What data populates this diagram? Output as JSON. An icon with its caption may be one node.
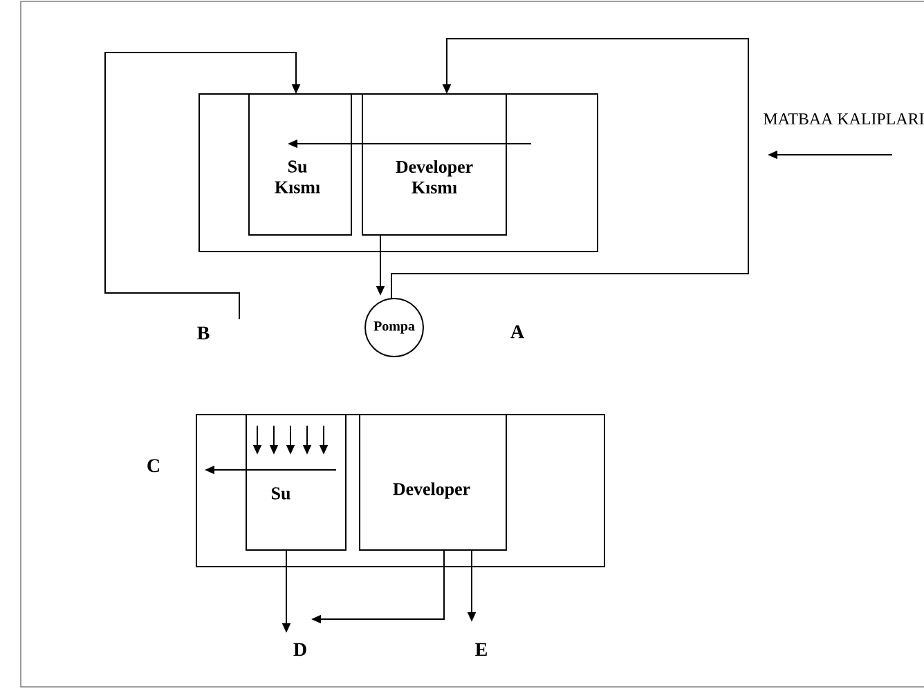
{
  "diagram": {
    "nodes": [
      {
        "text": [],
        "shape": "box"
      },
      {
        "text": [
          "Su Kısmı"
        ],
        "in": 0
      },
      {
        "text": [
          "Developer Kısmı"
        ],
        "in": 0
      },
      {
        "text": [
          "Pompa"
        ]
      },
      {
        "text": [
          "B"
        ]
      },
      {
        "text": [
          "MATBAA KALIPLARI"
        ]
      },
      {
        "text": [],
        "shape": "box"
      },
      {
        "text": [
          "Su"
        ],
        "in": 6
      },
      {
        "text": [
          "Developer"
        ],
        "in": 6
      },
      {
        "text": [
          "C"
        ]
      },
      {
        "text": [
          "D"
        ]
      },
      {
        "text": [
          "E"
        ]
      }
    ],
    "edges": [
      {
        "from": 4,
        "to": 1,
        "arrow": "to"
      },
      {
        "from": 3,
        "to": 2,
        "arrow": "to"
      },
      {
        "from": 2,
        "to": 1,
        "arrow": "to"
      },
      {
        "from": 2,
        "to": 3,
        "arrow": "to"
      },
      {
        "from": 7,
        "to": 9,
        "arrow": "to"
      },
      {
        "from": 7,
        "to": 10,
        "arrow": "to"
      },
      {
        "from": 8,
        "to": 10,
        "arrow": "to"
      },
      {
        "from": 8,
        "to": 11,
        "arrow": "to"
      }
    ],
    "labels": [
      "A"
    ]
  }
}
